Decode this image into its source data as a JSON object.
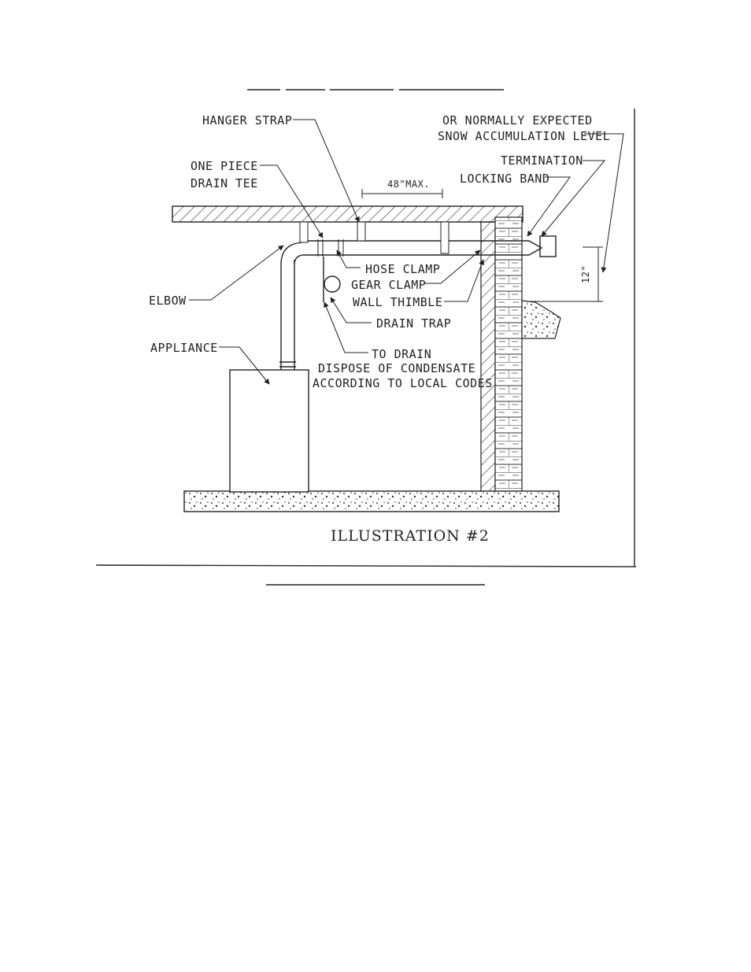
{
  "diagram": {
    "labels": {
      "snow_line1": "OR NORMALLY EXPECTED",
      "snow_line2": "SNOW ACCUMULATION LEVEL",
      "hanger_strap": "HANGER STRAP",
      "one_piece": "ONE PIECE",
      "drain_tee": "DRAIN TEE",
      "termination": "TERMINATION",
      "locking_band": "LOCKING BAND",
      "max_48": "48\"MAX.",
      "hose_clamp": "HOSE CLAMP",
      "gear_clamp": "GEAR CLAMP",
      "wall_thimble": "WALL THIMBLE",
      "elbow": "ELBOW",
      "drain_trap": "DRAIN TRAP",
      "appliance": "APPLIANCE",
      "to_drain": "TO DRAIN",
      "dispose_line1": "DISPOSE OF CONDENSATE",
      "dispose_line2": "ACCORDING TO LOCAL CODES",
      "twelve_in": "12\""
    },
    "caption": "ILLUSTRATION #2"
  }
}
